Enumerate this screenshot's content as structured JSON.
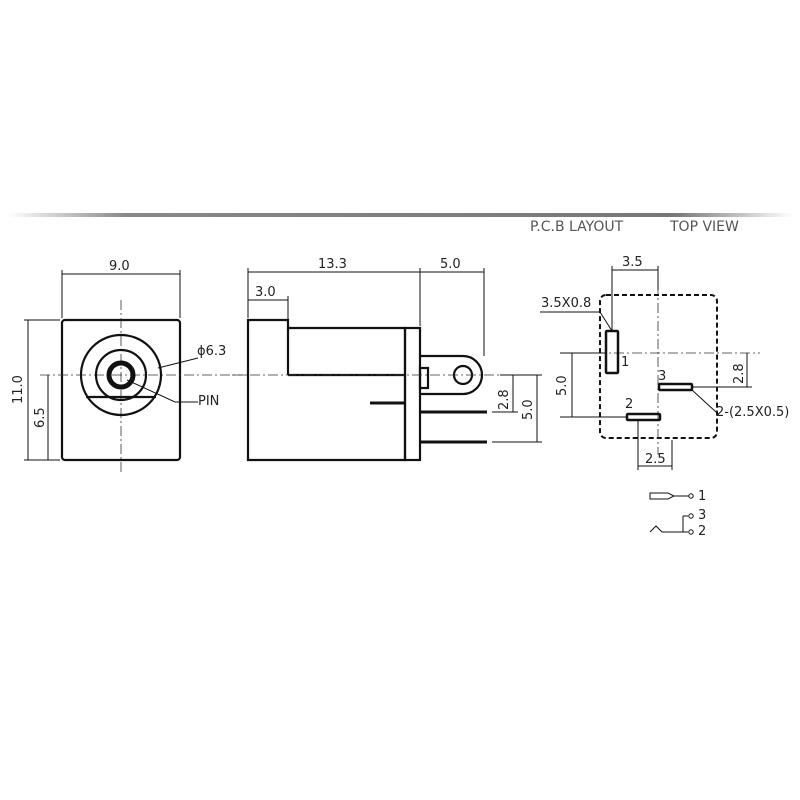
{
  "header": {
    "pcb_layout": "P.C.B LAYOUT",
    "top_view": "TOP VIEW"
  },
  "front_view": {
    "width_dim": "9.0",
    "height_dim": "11.0",
    "center_height_dim": "6.5",
    "hole_dim": "ϕ6.3",
    "pin_label": "PIN"
  },
  "side_view": {
    "length_dim": "13.3",
    "tab_dim": "5.0",
    "front_dim": "3.0",
    "pin_offset_dim": "2.8",
    "pin_spacing_dim": "5.0"
  },
  "pcb_view": {
    "slot_top_dim": "3.5",
    "slot_size_dim": "3.5X0.8",
    "pin_spacing_dim": "5.0",
    "offset_dim": "2.8",
    "bottom_dim": "2.5",
    "slot_callout": "2-(2.5X0.5)",
    "pad_1": "1",
    "pad_2": "2",
    "pad_3": "3"
  },
  "schematic": {
    "pin_1": "1",
    "pin_3": "3",
    "pin_2": "2"
  }
}
